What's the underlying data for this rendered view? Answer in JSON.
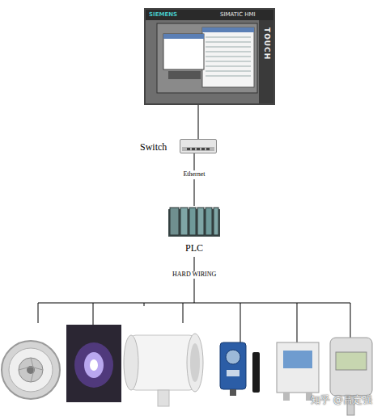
{
  "diagram": {
    "nodes": [
      {
        "text": [
          "SIEMENS",
          "SIMATIC HMI",
          "TOUCH"
        ]
      },
      {
        "text": [
          "Switch"
        ]
      },
      {
        "text": [
          "PLC"
        ]
      }
    ],
    "edges": [
      {
        "from": 0,
        "to": 1,
        "arrow": "none"
      },
      {
        "from": 1,
        "to": 2,
        "label": "Ethernet",
        "arrow": "none"
      }
    ],
    "labels": [
      "HARD WIRING",
      "知乎 @吕定强"
    ]
  }
}
